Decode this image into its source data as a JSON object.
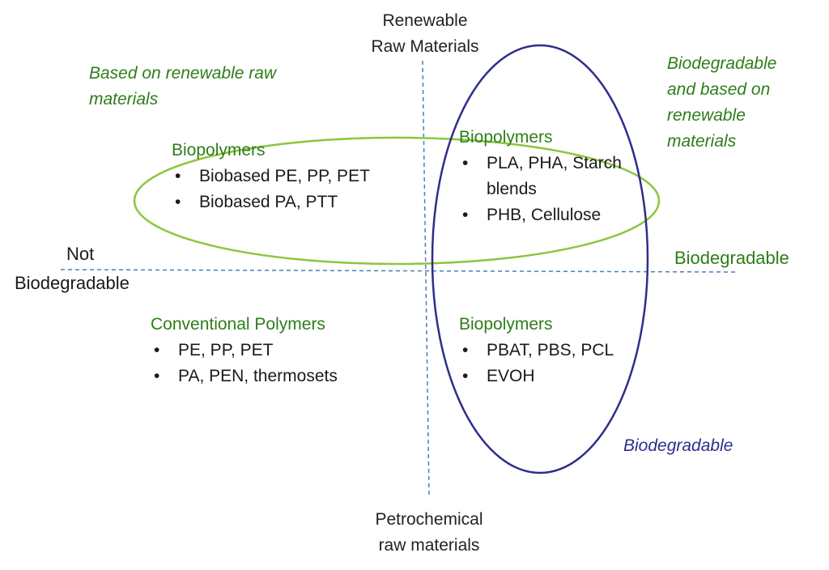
{
  "axes": {
    "top": [
      "Renewable",
      "Raw Materials"
    ],
    "bottom": [
      "Petrochemical",
      "raw materials"
    ],
    "left": [
      "Not",
      "Biodegradable"
    ],
    "right": "Biodegradable"
  },
  "zones": {
    "renewable": [
      "Based on renewable raw",
      "materials"
    ],
    "both": [
      "Biodegradable",
      "and based on",
      "renewable",
      "materials"
    ],
    "biodegradable": "Biodegradable"
  },
  "groups": {
    "top_left": {
      "title": "Biopolymers",
      "items": [
        "Biobased PE, PP, PET",
        "Biobased PA, PTT"
      ]
    },
    "top_right": {
      "title": "Biopolymers",
      "items": [
        "PLA, PHA, Starch blends",
        "PHB, Cellulose"
      ]
    },
    "bottom_left": {
      "title": "Conventional Polymers",
      "items": [
        "PE, PP, PET",
        "PA, PEN, thermosets"
      ]
    },
    "bottom_right": {
      "title": "Biopolymers",
      "items": [
        "PBAT, PBS, PCL",
        "EVOH"
      ]
    }
  },
  "colors": {
    "green_ellipse": "#8cc63f",
    "blue_ellipse": "#2e2e8c",
    "axis_line": "#4a7fb5",
    "green_text": "#2e7d1a"
  }
}
